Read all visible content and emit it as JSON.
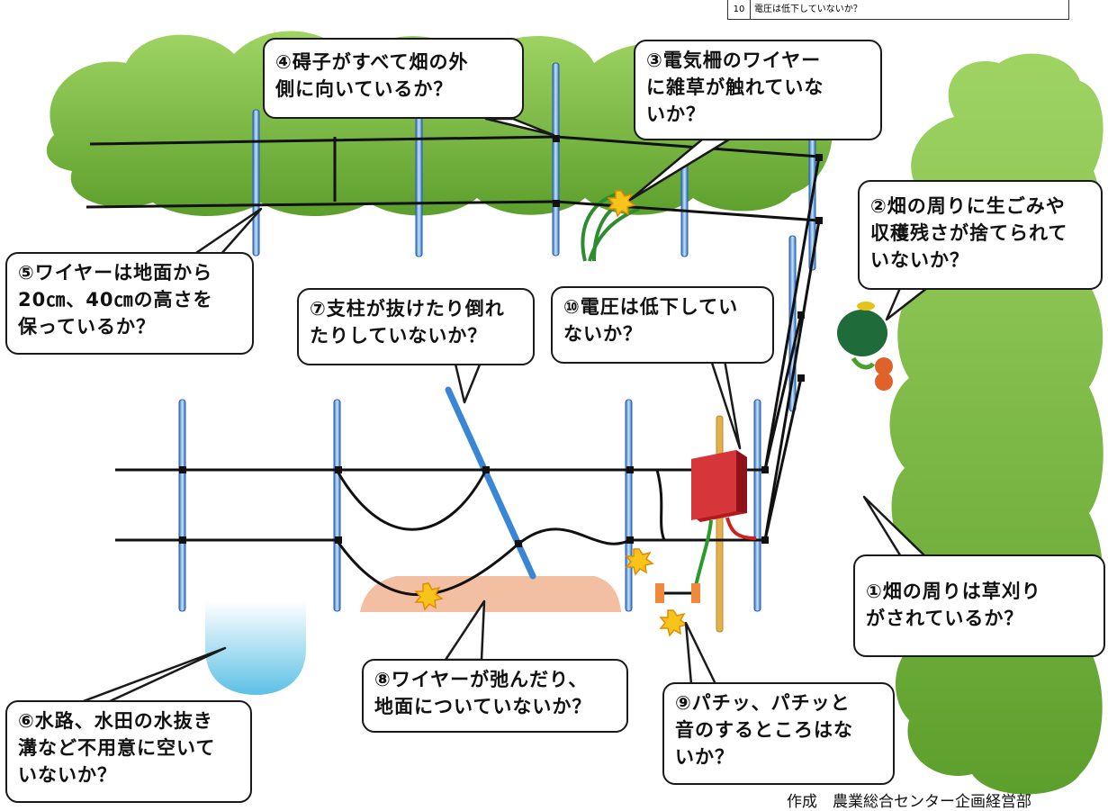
{
  "top_note": {
    "number": "10",
    "text": "電圧は低下していないか？"
  },
  "callouts": {
    "c1": "①畑の周りは草刈り\nがされているか？",
    "c2": "②畑の周りに生ごみや\n収穫残さが捨てられて\nいないか？",
    "c3": "③電気柵のワイヤー\nに雑草が触れていな\nいか？",
    "c4": "④碍子がすべて畑の外\n側に向いているか？",
    "c5": "⑤ワイヤーは地面から\n20㎝、40㎝の高さを\n保っているか？",
    "c6": "⑥水路、水田の水抜き\n溝など不用意に空いて\nいないか？",
    "c7": "⑦支柱が抜けたり倒れ\nたりしていないか？",
    "c8": "⑧ワイヤーが弛んだり、\n地面についていないか？",
    "c9": "⑨パチッ、パチッと\n音のするところはな\nいか？",
    "c10": "⑩電圧は低下してい\nないか？"
  },
  "credit": "作成　農業総合センター企画経営部",
  "colors": {
    "bush": "#7cc242",
    "bush_dark": "#5a9c2a",
    "post": "#4a90d9",
    "wire": "#111111",
    "box": "#c8262b",
    "water": "#7ecdea",
    "ground": "#f1b08f",
    "spark": "#f7c41b"
  }
}
